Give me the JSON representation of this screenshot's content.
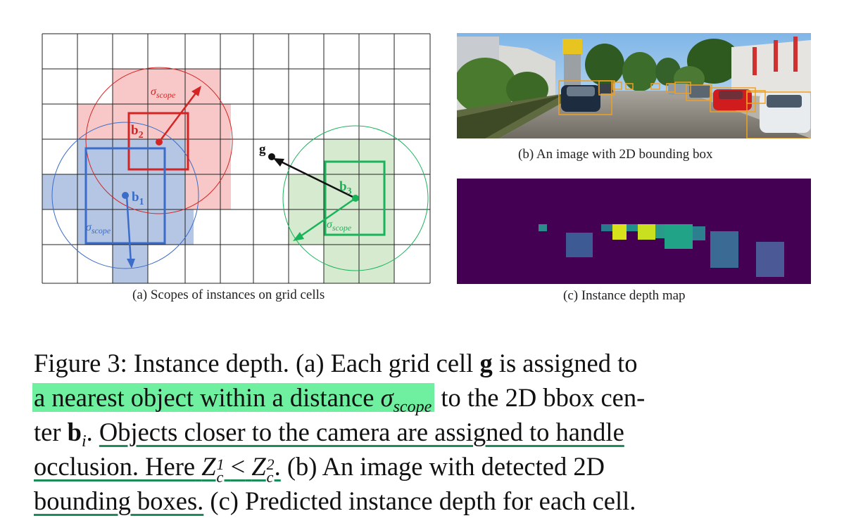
{
  "panel_a": {
    "caption": "(a) Scopes of instances on grid cells",
    "labels": {
      "b1": "b",
      "b1_sub": "1",
      "b2": "b",
      "b2_sub": "2",
      "b3": "b",
      "b3_sub": "3",
      "g": "g",
      "sigma": "σ",
      "scope": "scope"
    },
    "colors": {
      "red": "#d42424",
      "red_fill": "#f8c8c8",
      "blue": "#3a6cc8",
      "blue_fill": "#b4c6e4",
      "green": "#19b45a",
      "green_fill": "#d6ead0",
      "grid": "#222222"
    }
  },
  "panel_b": {
    "caption": "(b) An image with 2D bounding box",
    "box_color": "#f0a020"
  },
  "panel_c": {
    "caption": "(c) Instance depth map",
    "background": "#440154"
  },
  "figure_caption": {
    "line1": "Figure 3: Instance depth. (a) Each grid cell",
    "line1_g": "g",
    "line1_end": "is assigned to",
    "line2_hl": "a nearest object within a distance",
    "line2_sigma": "σ",
    "line2_scope": "scope",
    "line2_end": "to the 2D bbox cen-",
    "line3_start": "ter",
    "line3_b": "b",
    "line3_i": "i",
    "line3_dot": ".",
    "line3_ul": "Objects closer to the camera are assigned to handle",
    "line4_ul1": "occlusion. Here",
    "line4_Z": "Z",
    "line4_sup1": "1",
    "line4_sub": "c",
    "line4_lt": "<",
    "line4_sup2": "2",
    "line4_end": "(b) An image with detected 2D",
    "line5_ul": "bounding boxes.",
    "line5_end": "(c) Predicted instance depth for each cell."
  }
}
